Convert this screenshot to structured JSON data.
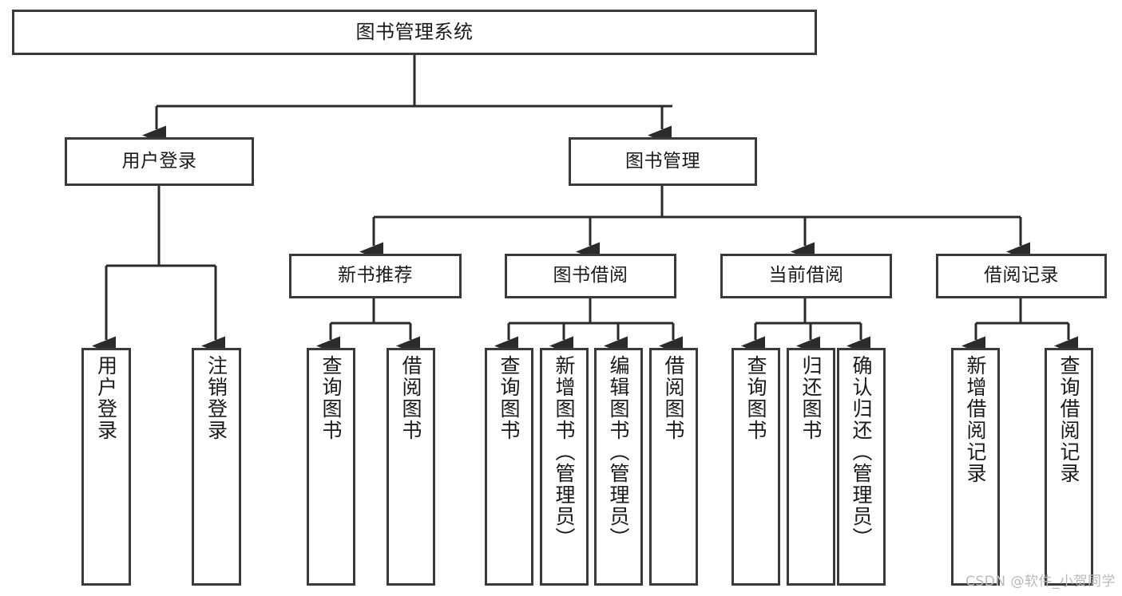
{
  "diagram": {
    "type": "tree-hierarchy",
    "title": "图书管理系统",
    "orientation": "top-down",
    "colors": {
      "box_border": "#3a3a3a",
      "box_fill": "#ffffff",
      "edge": "#2b2b2b",
      "text": "#1a1a1a",
      "watermark": "#b9b9b9",
      "background": "#ffffff"
    },
    "nodes": {
      "root": {
        "label": "图书管理系统",
        "level": 1
      },
      "user_login": {
        "label": "用户登录",
        "level": 2
      },
      "book_manage": {
        "label": "图书管理",
        "level": 2
      },
      "new_book_rec": {
        "label": "新书推荐",
        "level": 3
      },
      "book_borrow": {
        "label": "图书借阅",
        "level": 3
      },
      "current_borrow": {
        "label": "当前借阅",
        "level": 3
      },
      "borrow_record": {
        "label": "借阅记录",
        "level": 3
      },
      "leaf_user_login": {
        "label": "用户登录",
        "level": 3,
        "parent": "用户登录"
      },
      "leaf_logout": {
        "label": "注销登录",
        "level": 3,
        "parent": "用户登录"
      },
      "leaf_query_book_a": {
        "label": "查询图书",
        "level": 4,
        "parent": "新书推荐"
      },
      "leaf_borrow_book_a": {
        "label": "借阅图书",
        "level": 4,
        "parent": "新书推荐"
      },
      "leaf_query_book_b": {
        "label": "查询图书",
        "level": 4,
        "parent": "图书借阅"
      },
      "leaf_add_book": {
        "label": "新增图书（管理员）",
        "level": 4,
        "parent": "图书借阅"
      },
      "leaf_edit_book": {
        "label": "编辑图书（管理员）",
        "level": 4,
        "parent": "图书借阅"
      },
      "leaf_borrow_book_b": {
        "label": "借阅图书",
        "level": 4,
        "parent": "图书借阅"
      },
      "leaf_query_book_c": {
        "label": "查询图书",
        "level": 4,
        "parent": "当前借阅"
      },
      "leaf_return_book": {
        "label": "归还图书",
        "level": 4,
        "parent": "当前借阅"
      },
      "leaf_confirm_return": {
        "label": "确认归还（管理员）",
        "level": 4,
        "parent": "当前借阅"
      },
      "leaf_add_record": {
        "label": "新增借阅记录",
        "level": 4,
        "parent": "借阅记录"
      },
      "leaf_query_record": {
        "label": "查询借阅记录",
        "level": 4,
        "parent": "借阅记录"
      }
    },
    "edges": [
      {
        "from": "图书管理系统",
        "to": "用户登录"
      },
      {
        "from": "图书管理系统",
        "to": "图书管理"
      },
      {
        "from": "用户登录",
        "to": "用户登录(叶)"
      },
      {
        "from": "用户登录",
        "to": "注销登录"
      },
      {
        "from": "图书管理",
        "to": "新书推荐"
      },
      {
        "from": "图书管理",
        "to": "图书借阅"
      },
      {
        "from": "图书管理",
        "to": "当前借阅"
      },
      {
        "from": "图书管理",
        "to": "借阅记录"
      },
      {
        "from": "新书推荐",
        "to": "查询图书"
      },
      {
        "from": "新书推荐",
        "to": "借阅图书"
      },
      {
        "from": "图书借阅",
        "to": "查询图书"
      },
      {
        "from": "图书借阅",
        "to": "新增图书（管理员）"
      },
      {
        "from": "图书借阅",
        "to": "编辑图书（管理员）"
      },
      {
        "from": "图书借阅",
        "to": "借阅图书"
      },
      {
        "from": "当前借阅",
        "to": "查询图书"
      },
      {
        "from": "当前借阅",
        "to": "归还图书"
      },
      {
        "from": "当前借阅",
        "to": "确认归还（管理员）"
      },
      {
        "from": "借阅记录",
        "to": "新增借阅记录"
      },
      {
        "from": "借阅记录",
        "to": "查询借阅记录"
      }
    ]
  },
  "watermark": {
    "text": "CSDN @软件_小贺同学"
  }
}
